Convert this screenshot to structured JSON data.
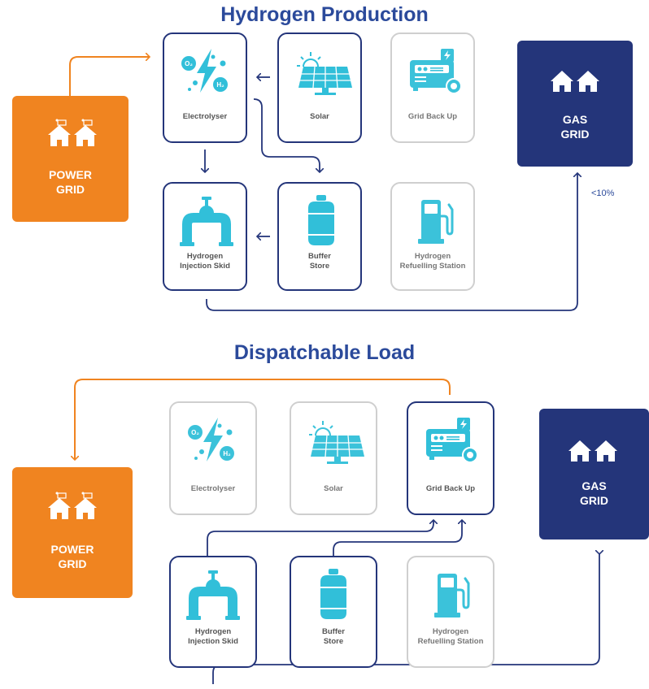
{
  "top": {
    "title": "Hydrogen Production",
    "power_grid": "POWER\nGRID",
    "gas_grid": "GAS\nGRID",
    "gas_share": "<10%",
    "electrolyser": "Electrolyser",
    "solar": "Solar",
    "grid_backup": "Grid Back Up",
    "injection_skid": "Hydrogen\nInjection Skid",
    "buffer_store": "Buffer\nStore",
    "refuelling": "Hydrogen\nRefuelling Station"
  },
  "bottom": {
    "title": "Dispatchable Load",
    "power_grid": "POWER\nGRID",
    "gas_grid": "GAS\nGRID",
    "electrolyser": "Electrolyser",
    "solar": "Solar",
    "grid_backup": "Grid Back Up",
    "injection_skid": "Hydrogen\nInjection Skid",
    "buffer_store": "Buffer\nStore",
    "refuelling": "Hydrogen\nRefuelling Station"
  },
  "colors": {
    "navy": "#24357a",
    "orange": "#f08420",
    "cyan": "#31bfd9",
    "inactive_border": "#cfcfcf",
    "title_blue": "#2b4a9b"
  },
  "icons": [
    "electrolyser-icon",
    "solar-panel-icon",
    "generator-icon",
    "valve-pipe-icon",
    "gas-cylinder-icon",
    "fuel-pump-icon",
    "houses-icon"
  ]
}
